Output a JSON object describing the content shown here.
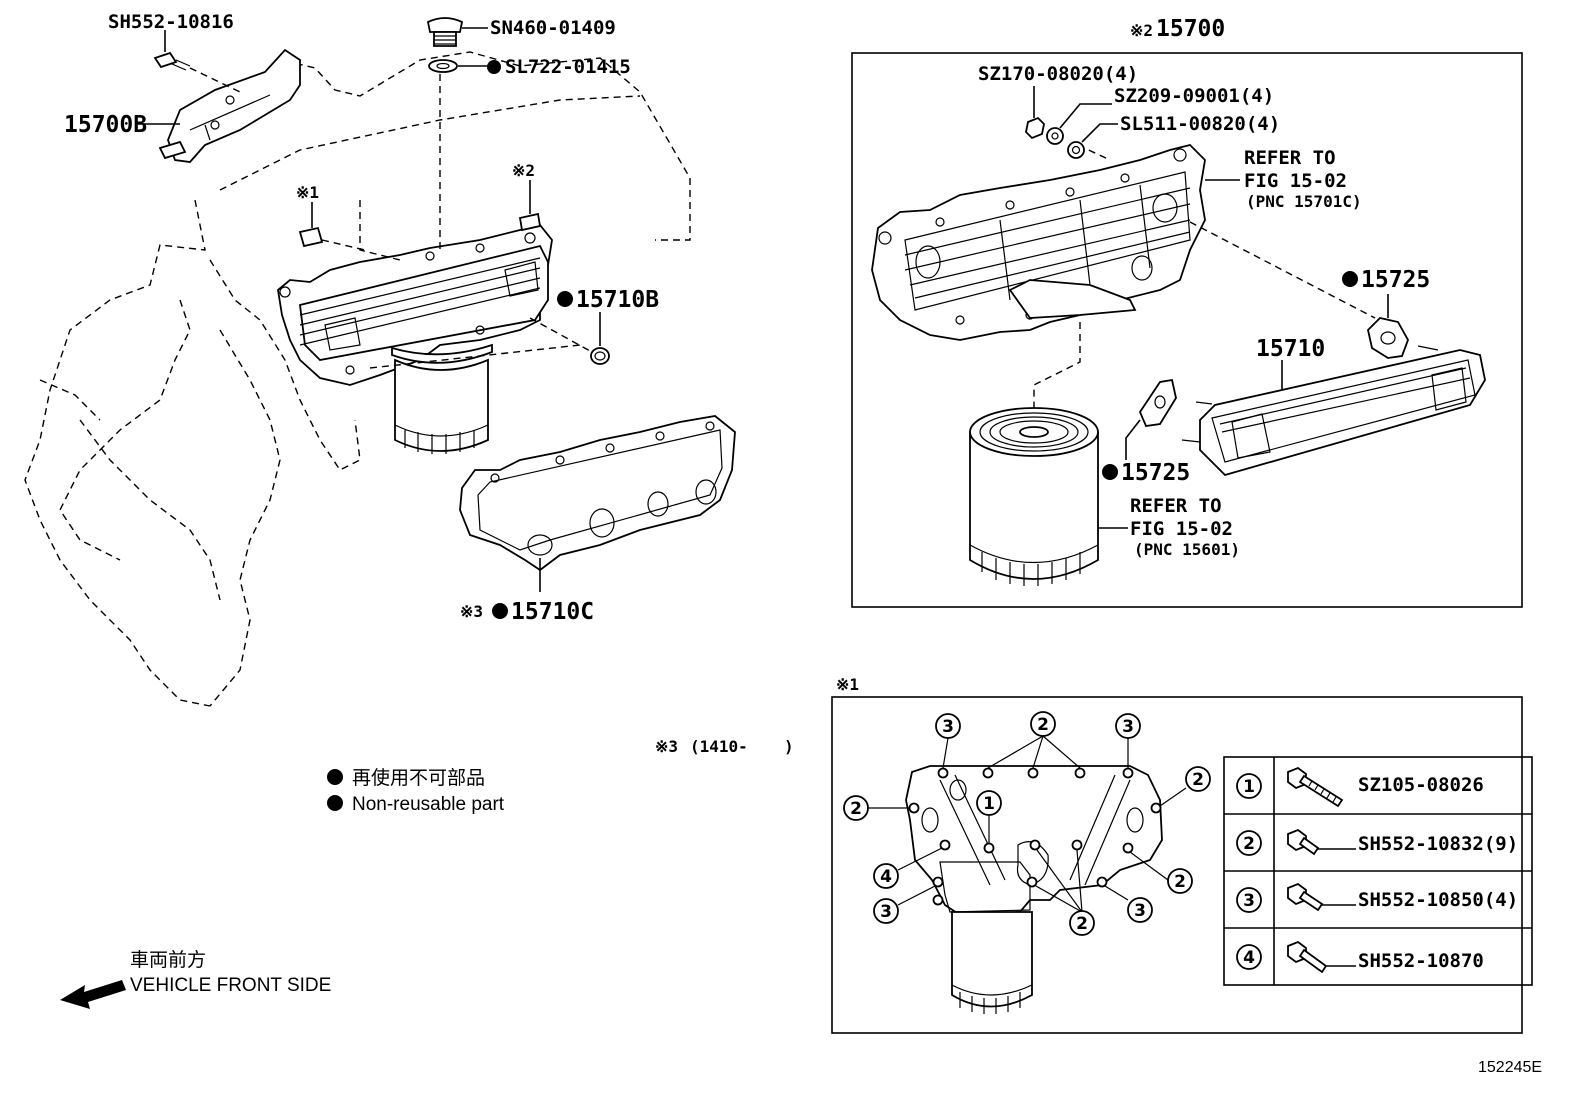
{
  "diagram_id": "152245E",
  "assembly": {
    "mark": "※2",
    "number": "15700"
  },
  "callouts": {
    "bracket_bolt": "SH552-10816",
    "bracket": "15700B",
    "plug": "SN460-01409",
    "plug_gasket": "SL722-01415",
    "ref1": "※1",
    "ref2": "※2",
    "oring": "15710B",
    "gasket_mark": "※3",
    "gasket": "15710C",
    "nut": "SZ170-08020(4)",
    "washer1": "SZ209-09001(4)",
    "washer2": "SL511-00820(4)",
    "refer1_a": "REFER TO",
    "refer1_b": "FIG 15-02",
    "refer1_c": "(PNC 15701C)",
    "gasket_upper": "15725",
    "element": "15710",
    "gasket_lower": "15725",
    "refer2_a": "REFER TO",
    "refer2_b": "FIG 15-02",
    "refer2_c": "(PNC 15601)"
  },
  "footnote": {
    "mark": "※3",
    "text": "(1410-",
    "close": ")"
  },
  "legend": {
    "jp": "再使用不可部品",
    "en": "Non-reusable part"
  },
  "front": {
    "jp": "車両前方",
    "en": "VEHICLE FRONT SIDE"
  },
  "detail": {
    "mark": "※1",
    "bubbles": [
      "1",
      "2",
      "3",
      "4"
    ],
    "bolts": [
      {
        "num": "1",
        "part": "SZ105-08026"
      },
      {
        "num": "2",
        "part": "SH552-10832(9)"
      },
      {
        "num": "3",
        "part": "SH552-10850(4)"
      },
      {
        "num": "4",
        "part": "SH552-10870"
      }
    ]
  },
  "colors": {
    "ink": "#000000",
    "paper": "#ffffff"
  }
}
